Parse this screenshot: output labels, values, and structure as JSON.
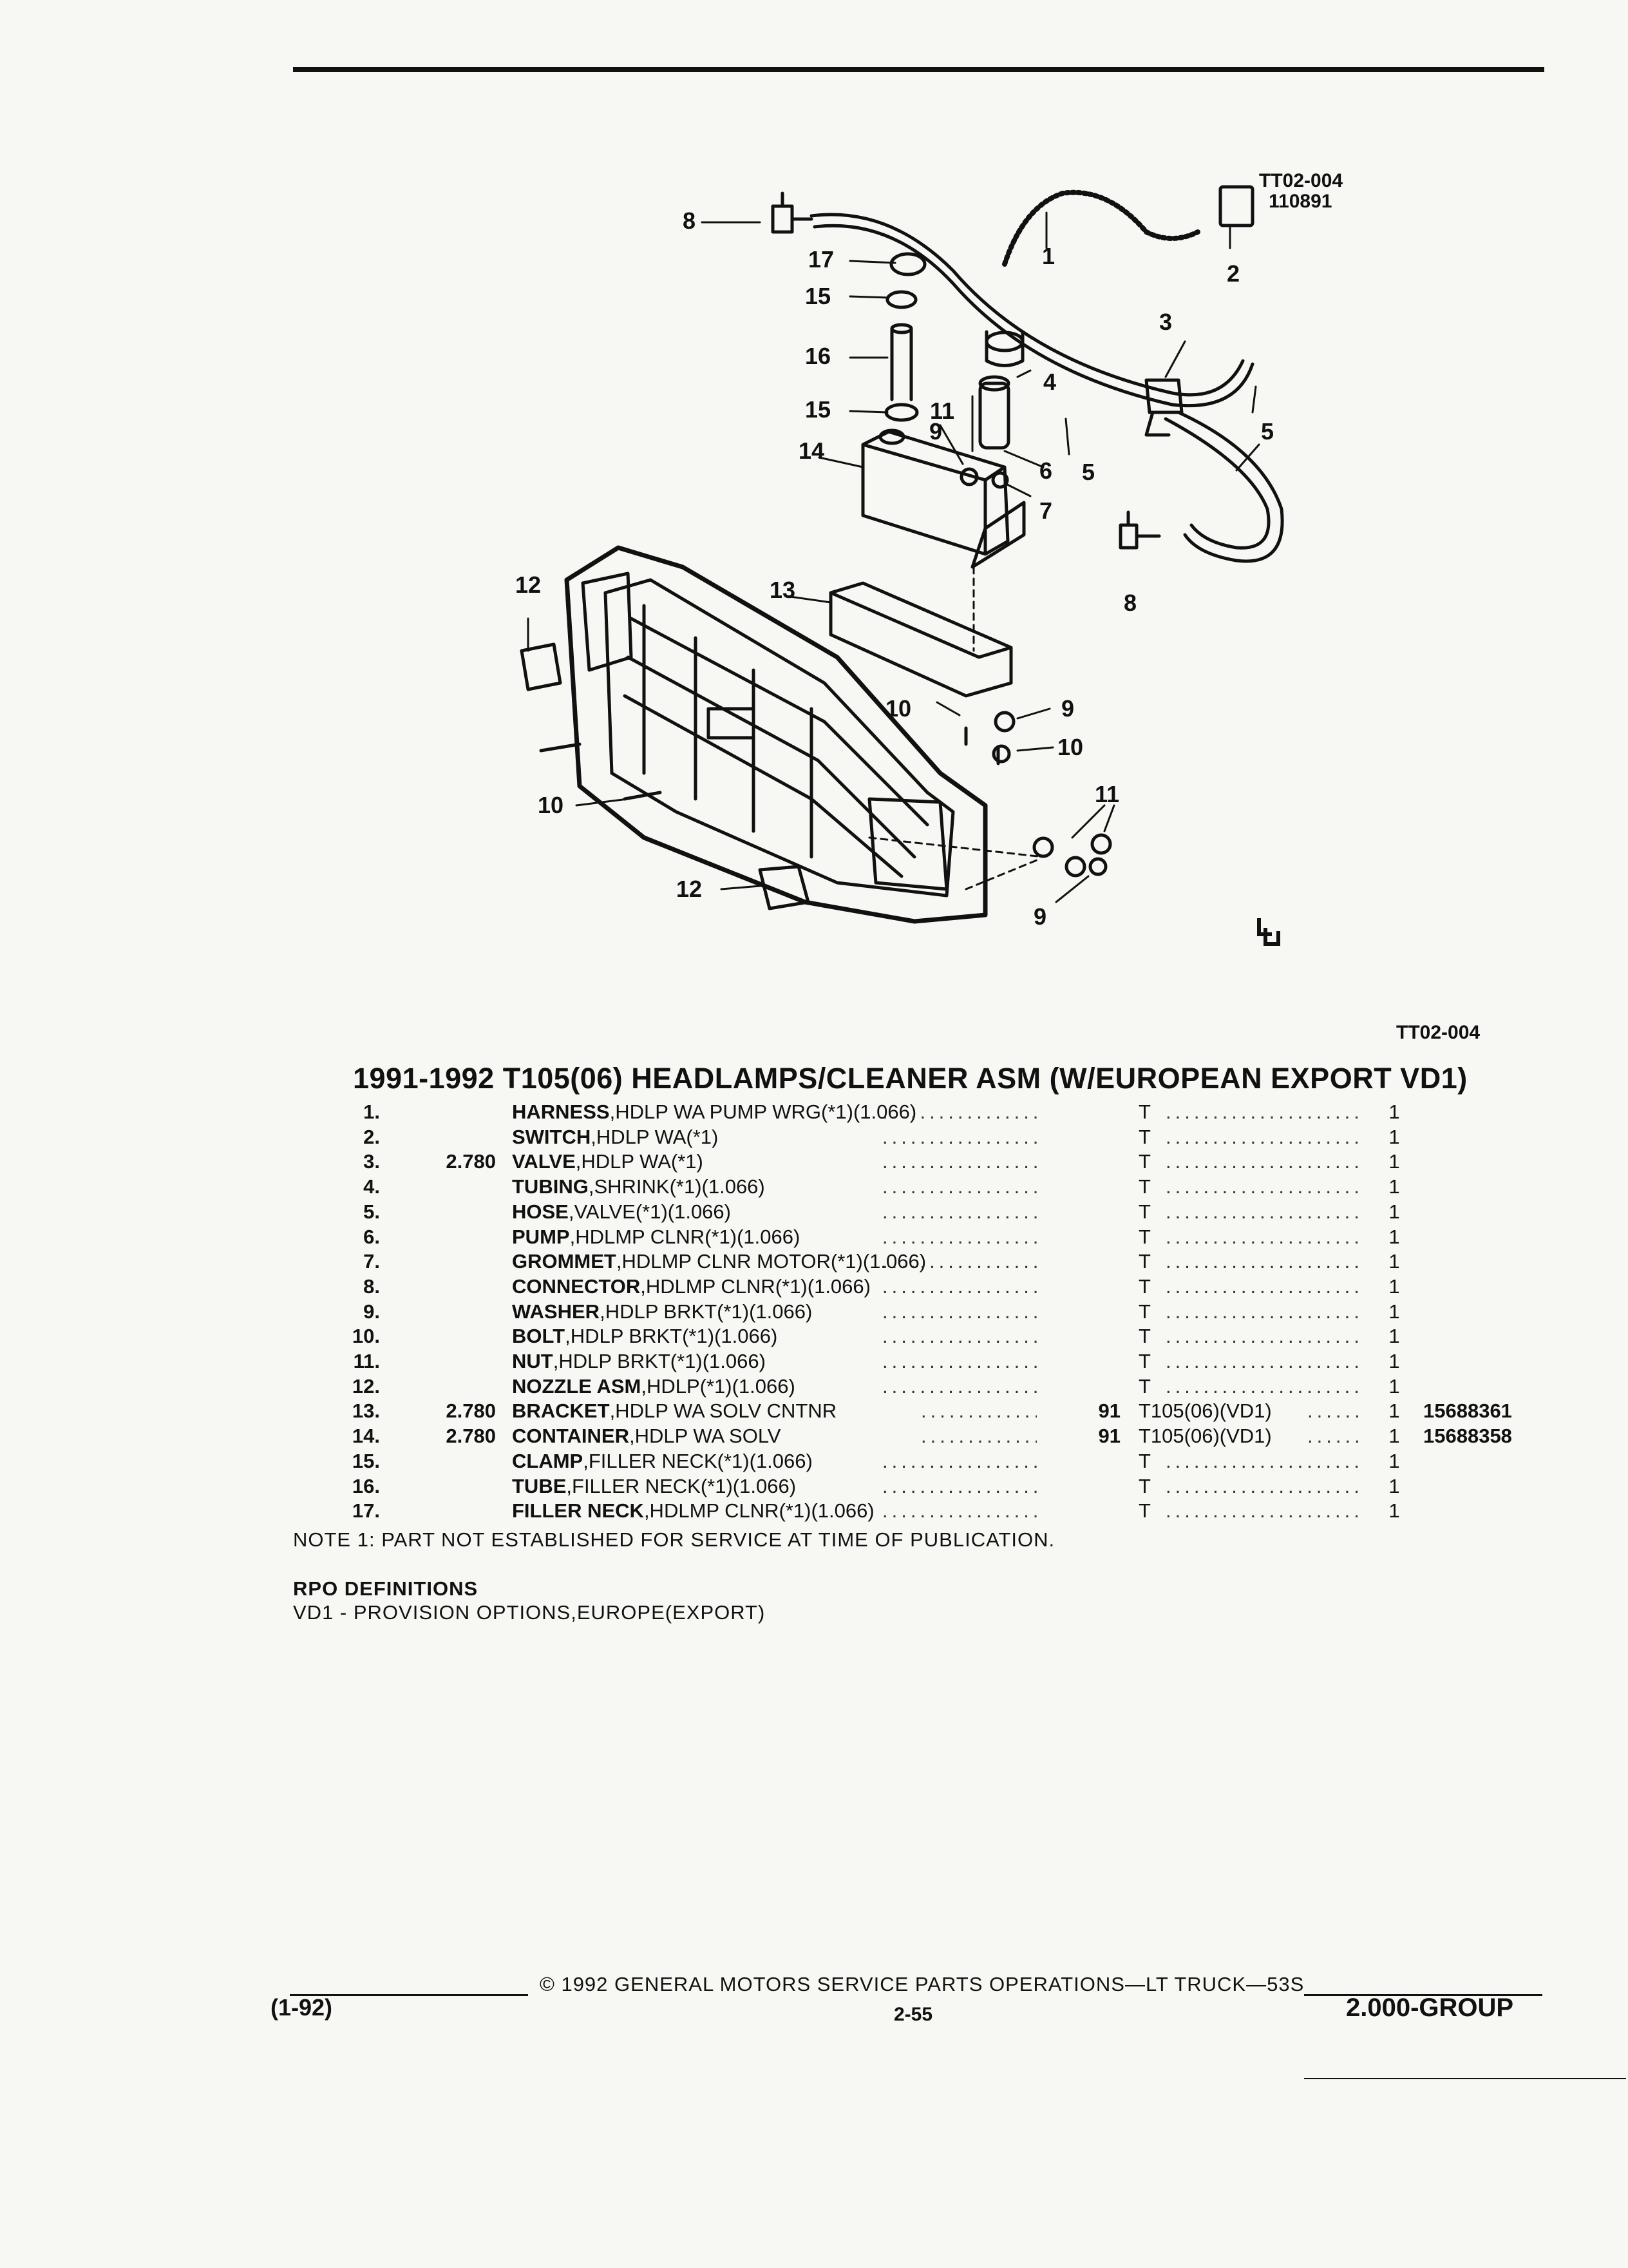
{
  "diagram": {
    "ref_code": "TT02-004",
    "ref_number": "110891",
    "callouts": [
      "1",
      "2",
      "3",
      "4",
      "5",
      "5",
      "6",
      "7",
      "8",
      "8",
      "9",
      "9",
      "9",
      "10",
      "10",
      "10",
      "11",
      "11",
      "12",
      "12",
      "13",
      "14",
      "15",
      "15",
      "16",
      "17"
    ],
    "logo_mark": "GM service parts mark"
  },
  "ref_code_bottom": "TT02-004",
  "title": "1991-1992 T105(06) HEADLAMPS/CLEANER ASM (W/EUROPEAN EXPORT VD1)",
  "parts": [
    {
      "num": "1.",
      "illus": "",
      "name": "HARNESS",
      "desc": ",HDLP WA PUMP WRG(*1)(1.066)",
      "year": "",
      "model": "T",
      "qty": "1",
      "part": ""
    },
    {
      "num": "2.",
      "illus": "",
      "name": "SWITCH",
      "desc": ",HDLP WA(*1)",
      "year": "",
      "model": "T",
      "qty": "1",
      "part": ""
    },
    {
      "num": "3.",
      "illus": "2.780",
      "name": "VALVE",
      "desc": ",HDLP WA(*1)",
      "year": "",
      "model": "T",
      "qty": "1",
      "part": ""
    },
    {
      "num": "4.",
      "illus": "",
      "name": "TUBING",
      "desc": ",SHRINK(*1)(1.066)",
      "year": "",
      "model": "T",
      "qty": "1",
      "part": ""
    },
    {
      "num": "5.",
      "illus": "",
      "name": "HOSE",
      "desc": ",VALVE(*1)(1.066)",
      "year": "",
      "model": "T",
      "qty": "1",
      "part": ""
    },
    {
      "num": "6.",
      "illus": "",
      "name": "PUMP",
      "desc": ",HDLMP CLNR(*1)(1.066)",
      "year": "",
      "model": "T",
      "qty": "1",
      "part": ""
    },
    {
      "num": "7.",
      "illus": "",
      "name": "GROMMET",
      "desc": ",HDLMP CLNR MOTOR(*1)(1.066)",
      "year": "",
      "model": "T",
      "qty": "1",
      "part": ""
    },
    {
      "num": "8.",
      "illus": "",
      "name": "CONNECTOR",
      "desc": ",HDLMP CLNR(*1)(1.066)",
      "year": "",
      "model": "T",
      "qty": "1",
      "part": ""
    },
    {
      "num": "9.",
      "illus": "",
      "name": "WASHER",
      "desc": ",HDLP BRKT(*1)(1.066)",
      "year": "",
      "model": "T",
      "qty": "1",
      "part": ""
    },
    {
      "num": "10.",
      "illus": "",
      "name": "BOLT",
      "desc": ",HDLP BRKT(*1)(1.066)",
      "year": "",
      "model": "T",
      "qty": "1",
      "part": ""
    },
    {
      "num": "11.",
      "illus": "",
      "name": "NUT",
      "desc": ",HDLP BRKT(*1)(1.066)",
      "year": "",
      "model": "T",
      "qty": "1",
      "part": ""
    },
    {
      "num": "12.",
      "illus": "",
      "name": "NOZZLE ASM",
      "desc": ",HDLP(*1)(1.066)",
      "year": "",
      "model": "T",
      "qty": "1",
      "part": ""
    },
    {
      "num": "13.",
      "illus": "2.780",
      "name": "BRACKET",
      "desc": ",HDLP WA SOLV CNTNR",
      "year": "91",
      "model": "T105(06)(VD1)",
      "qty": "1",
      "part": "15688361"
    },
    {
      "num": "14.",
      "illus": "2.780",
      "name": "CONTAINER",
      "desc": ",HDLP WA SOLV",
      "year": "91",
      "model": "T105(06)(VD1)",
      "qty": "1",
      "part": "15688358"
    },
    {
      "num": "15.",
      "illus": "",
      "name": "CLAMP",
      "desc": ",FILLER NECK(*1)(1.066)",
      "year": "",
      "model": "T",
      "qty": "1",
      "part": ""
    },
    {
      "num": "16.",
      "illus": "",
      "name": "TUBE",
      "desc": ",FILLER NECK(*1)(1.066)",
      "year": "",
      "model": "T",
      "qty": "1",
      "part": ""
    },
    {
      "num": "17.",
      "illus": "",
      "name": "FILLER NECK",
      "desc": ",HDLMP CLNR(*1)(1.066)",
      "year": "",
      "model": "T",
      "qty": "1",
      "part": ""
    }
  ],
  "note": "NOTE  1:  PART NOT ESTABLISHED FOR SERVICE AT TIME OF PUBLICATION.",
  "rpo": {
    "heading": "RPO DEFINITIONS",
    "definition": "VD1 - PROVISION OPTIONS,EUROPE(EXPORT)"
  },
  "footer": {
    "left": "(1-92)",
    "center": "© 1992 GENERAL MOTORS SERVICE PARTS OPERATIONS—LT TRUCK—53S",
    "page": "2-55",
    "right": "2.000-GROUP"
  }
}
